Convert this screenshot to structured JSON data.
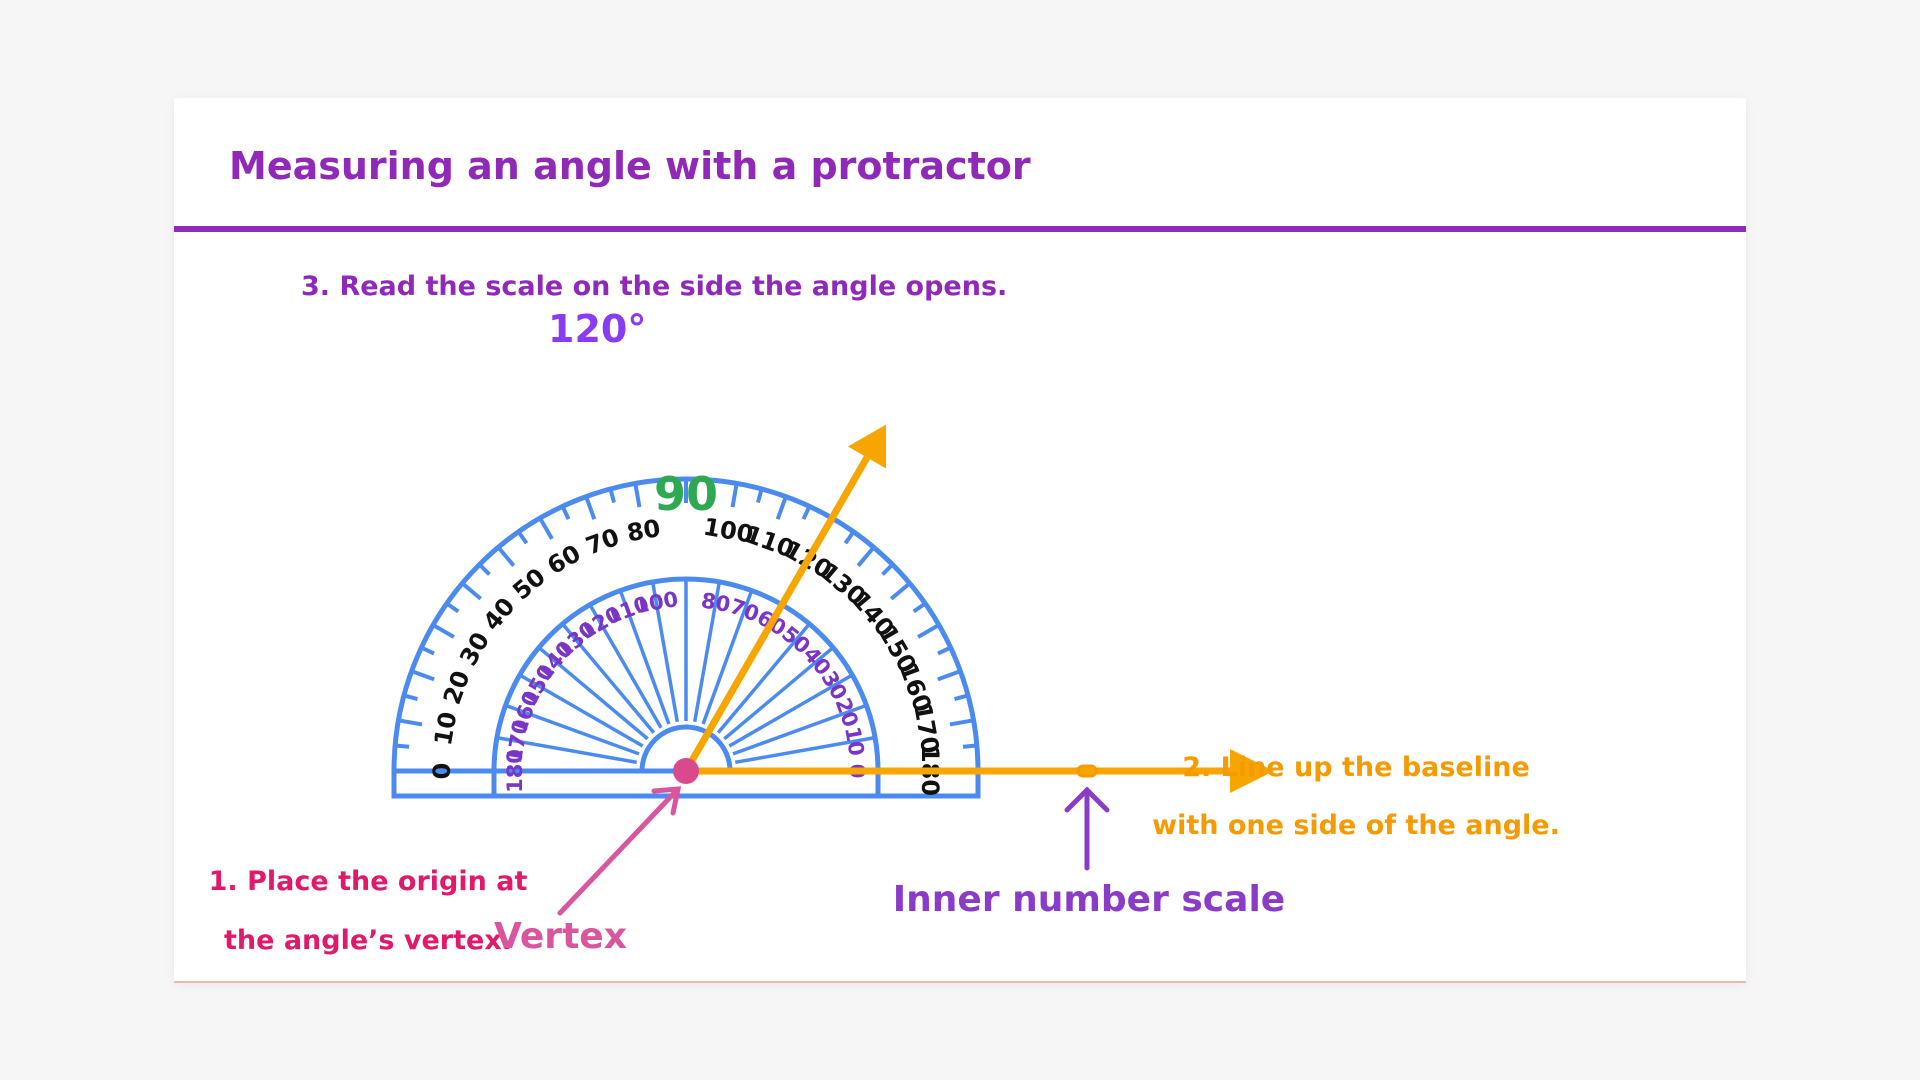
{
  "title": "Measuring an angle with a protractor",
  "steps": {
    "step1_line1": "1. Place the origin at",
    "step1_line2": "the angle’s vertex.",
    "step2_line1": "2. Line up the baseline",
    "step2_line2": "with one side of the angle.",
    "step3": "3. Read the scale on the side the angle opens."
  },
  "labels": {
    "angle_reading": "120°",
    "center_value": "90",
    "vertex": "Vertex",
    "inner_scale": "Inner number scale"
  },
  "protractor": {
    "outer_scale": [
      "0",
      "10",
      "20",
      "30",
      "40",
      "50",
      "60",
      "70",
      "80",
      "100",
      "110",
      "120",
      "130",
      "140",
      "150",
      "160",
      "170",
      "180"
    ],
    "outer_scale_degrees": [
      0,
      10,
      20,
      30,
      40,
      50,
      60,
      70,
      80,
      100,
      110,
      120,
      130,
      140,
      150,
      160,
      170,
      180
    ],
    "inner_scale": [
      "180",
      "170",
      "160",
      "150",
      "140",
      "130",
      "120",
      "110",
      "100",
      "80",
      "70",
      "60",
      "50",
      "40",
      "30",
      "20",
      "10",
      "0"
    ],
    "inner_scale_degrees": [
      0,
      10,
      20,
      30,
      40,
      50,
      60,
      70,
      80,
      100,
      110,
      120,
      130,
      140,
      150,
      160,
      170,
      180
    ],
    "measured_angle_deg": 120
  },
  "colors": {
    "title": "#9028b8",
    "protractor": "#4b8bf0",
    "arrow": "#f7a500",
    "step1": "#e0196a",
    "step2": "#f59a00",
    "step3": "#9028b8",
    "angle_reading": "#8a3cf5",
    "center_value": "#2fa852",
    "vertex": "#d9559e",
    "inner_scale_label": "#8a3cc8",
    "inner_numbers": "#7a34c6",
    "outer_numbers": "#111111",
    "vertex_dot": "#d94a8c"
  }
}
